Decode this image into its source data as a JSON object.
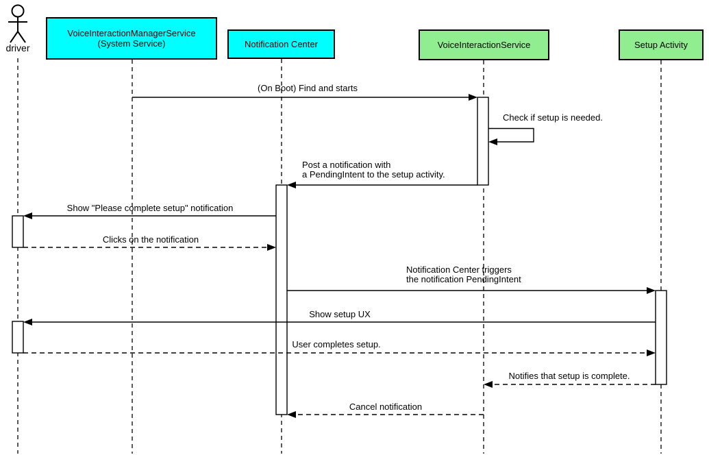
{
  "diagram_type": "uml-sequence",
  "colors": {
    "participant_cyan": "#00ffff",
    "participant_green": "#90ee90",
    "line": "#000000",
    "activation_fill": "#ffffff",
    "background": "#ffffff"
  },
  "actor": {
    "label": "driver"
  },
  "participants": [
    {
      "line1": "VoiceInteractionManagerService",
      "line2": "(System Service)",
      "fill": "#00ffff"
    },
    {
      "line1": "Notification Center",
      "fill": "#00ffff"
    },
    {
      "line1": "VoiceInteractionService",
      "fill": "#90ee90"
    },
    {
      "line1": "Setup Activity",
      "fill": "#90ee90"
    }
  ],
  "messages": [
    {
      "label": "(On Boot) Find and starts",
      "from": "VoiceInteractionManagerService (System Service)",
      "to": "VoiceInteractionService",
      "line_style": "solid"
    },
    {
      "label": "Check if setup is needed.",
      "from": "VoiceInteractionService",
      "to": "VoiceInteractionService",
      "line_style": "solid-self"
    },
    {
      "label_line1": "Post a notification with",
      "label_line2": "a PendingIntent to the setup activity.",
      "from": "VoiceInteractionService",
      "to": "Notification Center",
      "line_style": "solid"
    },
    {
      "label": "Show \"Please complete setup\" notification",
      "from": "Notification Center",
      "to": "driver",
      "line_style": "solid"
    },
    {
      "label": "Clicks on the notification",
      "from": "driver",
      "to": "Notification Center",
      "line_style": "dashed"
    },
    {
      "label_line1": "Notification Center triggers",
      "label_line2": "the notification PendingIntent",
      "from": "Notification Center",
      "to": "Setup Activity",
      "line_style": "solid"
    },
    {
      "label": "Show setup UX",
      "from": "Setup Activity",
      "to": "driver",
      "line_style": "solid"
    },
    {
      "label": "User completes setup.",
      "from": "driver",
      "to": "Setup Activity",
      "line_style": "dashed"
    },
    {
      "label": "Notifies that setup is complete.",
      "from": "Setup Activity",
      "to": "VoiceInteractionService",
      "line_style": "dashed"
    },
    {
      "label": "Cancel notification",
      "from": "VoiceInteractionService",
      "to": "Notification Center",
      "line_style": "dashed"
    }
  ]
}
